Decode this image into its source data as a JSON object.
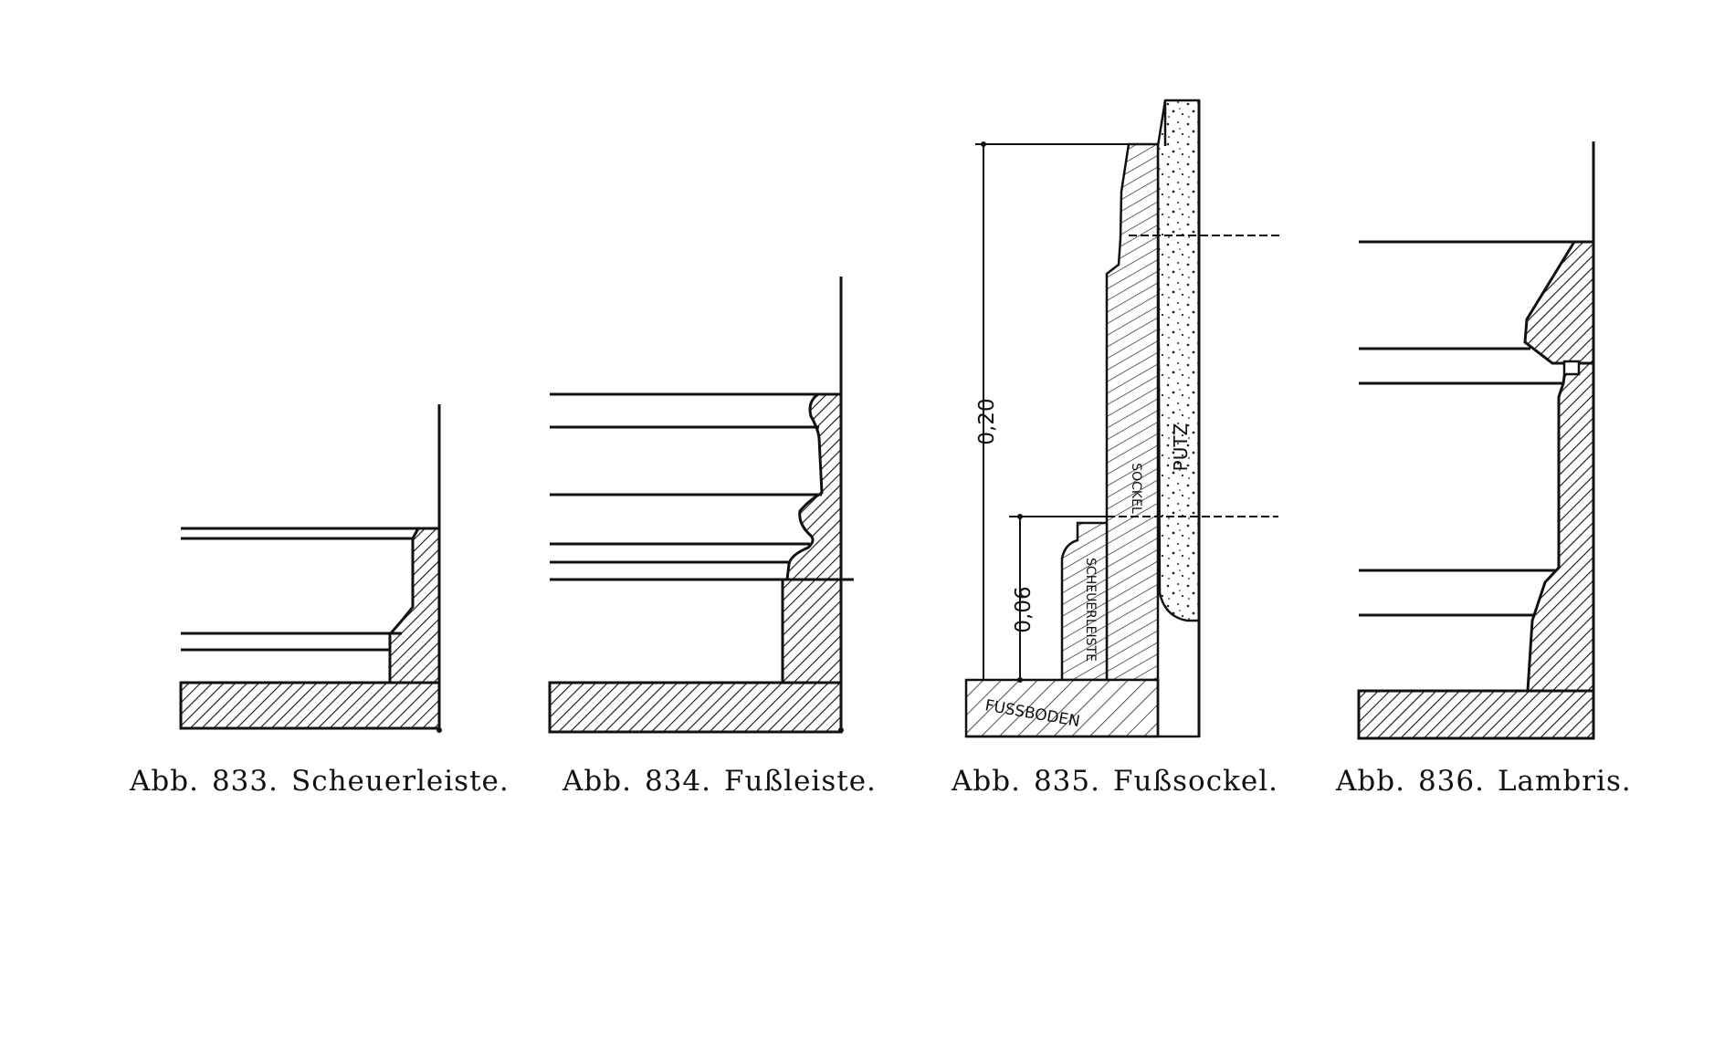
{
  "figures": [
    {
      "id": "833",
      "prefix": "Abb.",
      "number": "833.",
      "title": "Scheuerleiste."
    },
    {
      "id": "834",
      "prefix": "Abb.",
      "number": "834.",
      "title": "Fußleiste."
    },
    {
      "id": "835",
      "prefix": "Abb.",
      "number": "835.",
      "title": "Fußsockel.",
      "labels": {
        "dim_total": "0,20",
        "dim_lower": "0,06",
        "floor": "FUSSBODEN",
        "plaster": "PUTZ",
        "plinth": "SOCKEL",
        "scuff": "SCHEUERLEISTE"
      }
    },
    {
      "id": "836",
      "prefix": "Abb.",
      "number": "836.",
      "title": "Lambris."
    }
  ]
}
